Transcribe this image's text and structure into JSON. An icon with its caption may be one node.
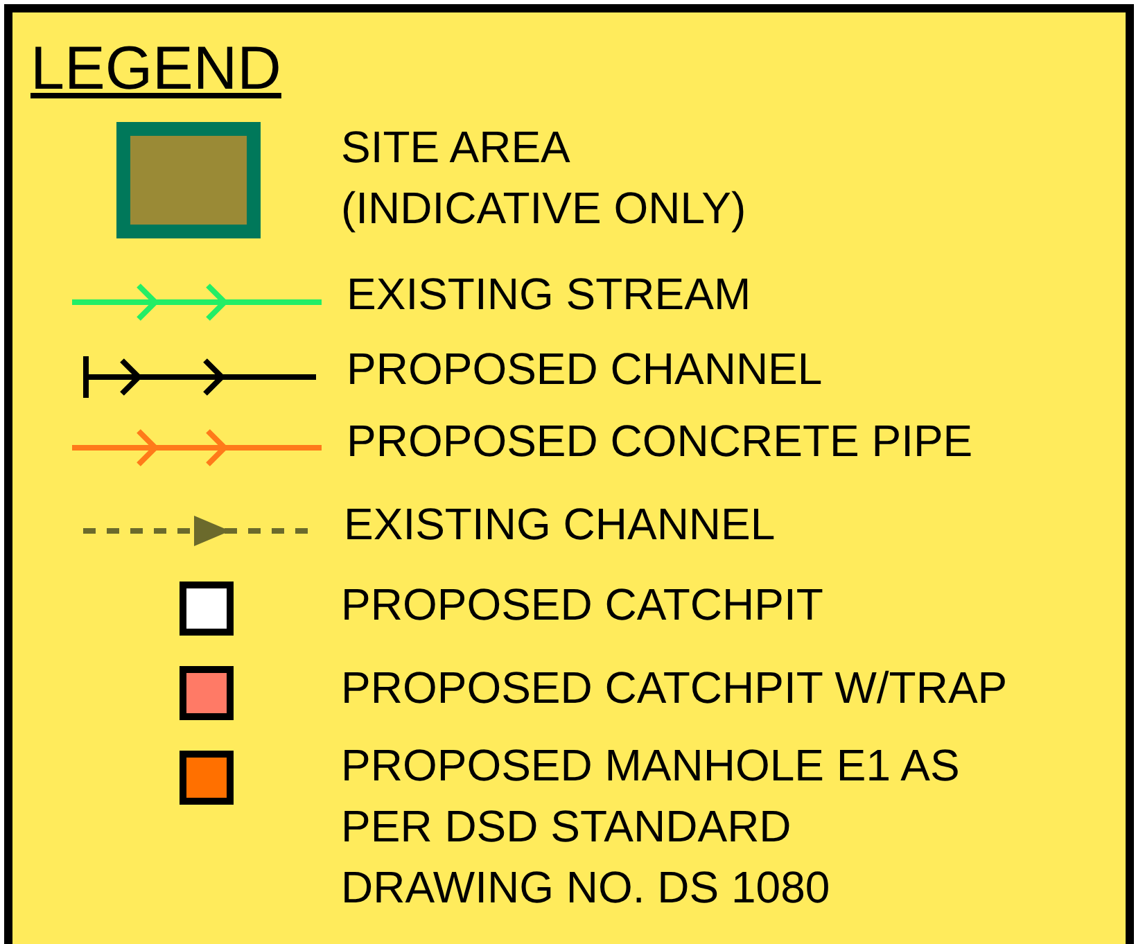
{
  "diagram": {
    "title": "LEGEND",
    "legend": [
      {
        "text": "SITE AREA (INDICATIVE ONLY)"
      },
      {
        "text": "EXISTING STREAM"
      },
      {
        "text": "PROPOSED CHANNEL"
      },
      {
        "text": "PROPOSED CONCRETE PIPE"
      },
      {
        "text": "EXISTING CHANNEL"
      },
      {
        "text": "PROPOSED CATCHPIT"
      },
      {
        "text": "PROPOSED CATCHPIT W/TRAP"
      },
      {
        "text": "PROPOSED MANHOLE E1 AS PER DSD STANDARD DRAWING NO. DS 1080"
      }
    ]
  }
}
